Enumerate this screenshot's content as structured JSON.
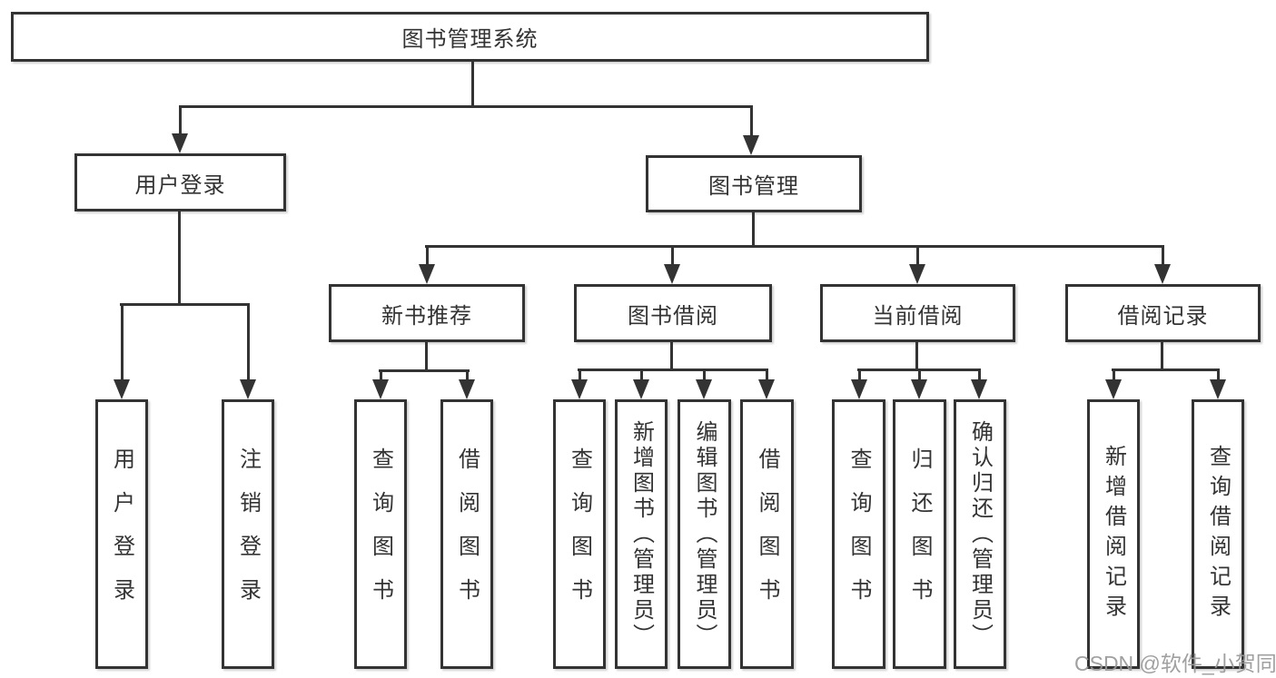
{
  "title": "图书管理系统",
  "tree": {
    "root": {
      "label": "图书管理系统"
    },
    "children": [
      {
        "label": "用户登录",
        "children": [
          {
            "label": "用户登录"
          },
          {
            "label": "注销登录"
          }
        ]
      },
      {
        "label": "图书管理",
        "children": [
          {
            "label": "新书推荐",
            "children": [
              {
                "label": "查询图书"
              },
              {
                "label": "借阅图书"
              }
            ]
          },
          {
            "label": "图书借阅",
            "children": [
              {
                "label": "查询图书"
              },
              {
                "label": "新增图书（管理员）"
              },
              {
                "label": "编辑图书（管理员）"
              },
              {
                "label": "借阅图书"
              }
            ]
          },
          {
            "label": "当前借阅",
            "children": [
              {
                "label": "查询图书"
              },
              {
                "label": "归还图书"
              },
              {
                "label": "确认归还（管理员）"
              }
            ]
          },
          {
            "label": "借阅记录",
            "children": [
              {
                "label": "新增借阅记录"
              },
              {
                "label": "查询借阅记录"
              }
            ]
          }
        ]
      }
    ]
  },
  "watermark": "CSDN @软件_小贺同学",
  "colors": {
    "line": "#333333",
    "text": "#333333",
    "box_background": "#ffffff",
    "watermark": "#989898",
    "background": "#ffffff"
  }
}
